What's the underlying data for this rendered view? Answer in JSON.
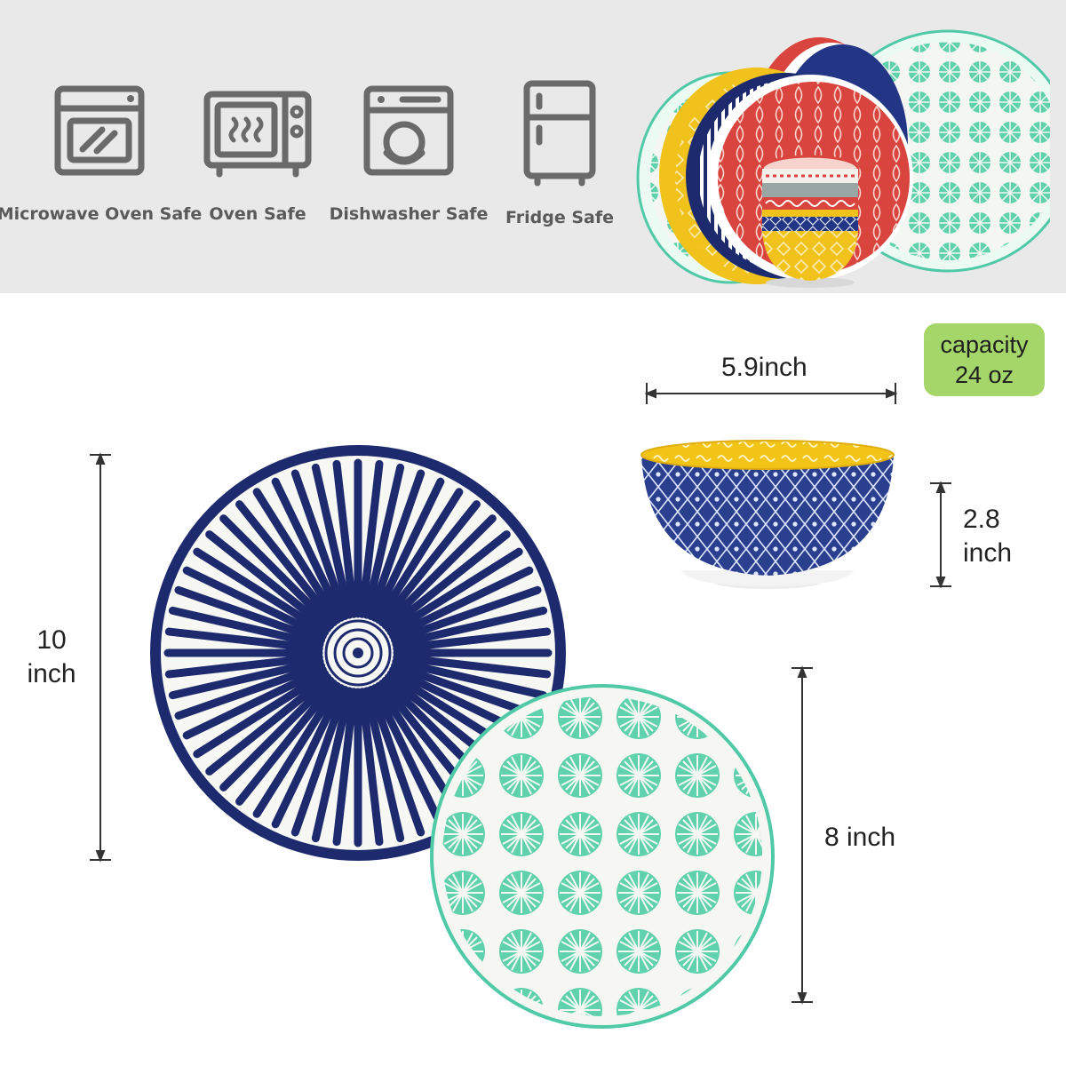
{
  "features": [
    {
      "label": "Microwave Oven Safe",
      "icon": "microwave-oven-icon"
    },
    {
      "label": "Oven Safe",
      "icon": "oven-icon"
    },
    {
      "label": "Dishwasher Safe",
      "icon": "dishwasher-icon"
    },
    {
      "label": "Fridge Safe",
      "icon": "fridge-icon"
    }
  ],
  "dimensions": {
    "bowl_width": "5.9inch",
    "bowl_height_line1": "2.8",
    "bowl_height_line2": "inch",
    "dinner_plate_line1": "10",
    "dinner_plate_line2": "inch",
    "salad_plate": "8 inch"
  },
  "capacity": {
    "line1": "capacity",
    "line2": "24 oz"
  },
  "colors": {
    "banner_bg": "#e9e9e9",
    "icon_gray": "#6a6a6a",
    "navy": "#1d2a6e",
    "teal": "#4fc9a6",
    "red": "#d9453e",
    "yellow": "#f0c21b",
    "badge_green": "#a5d66a"
  }
}
